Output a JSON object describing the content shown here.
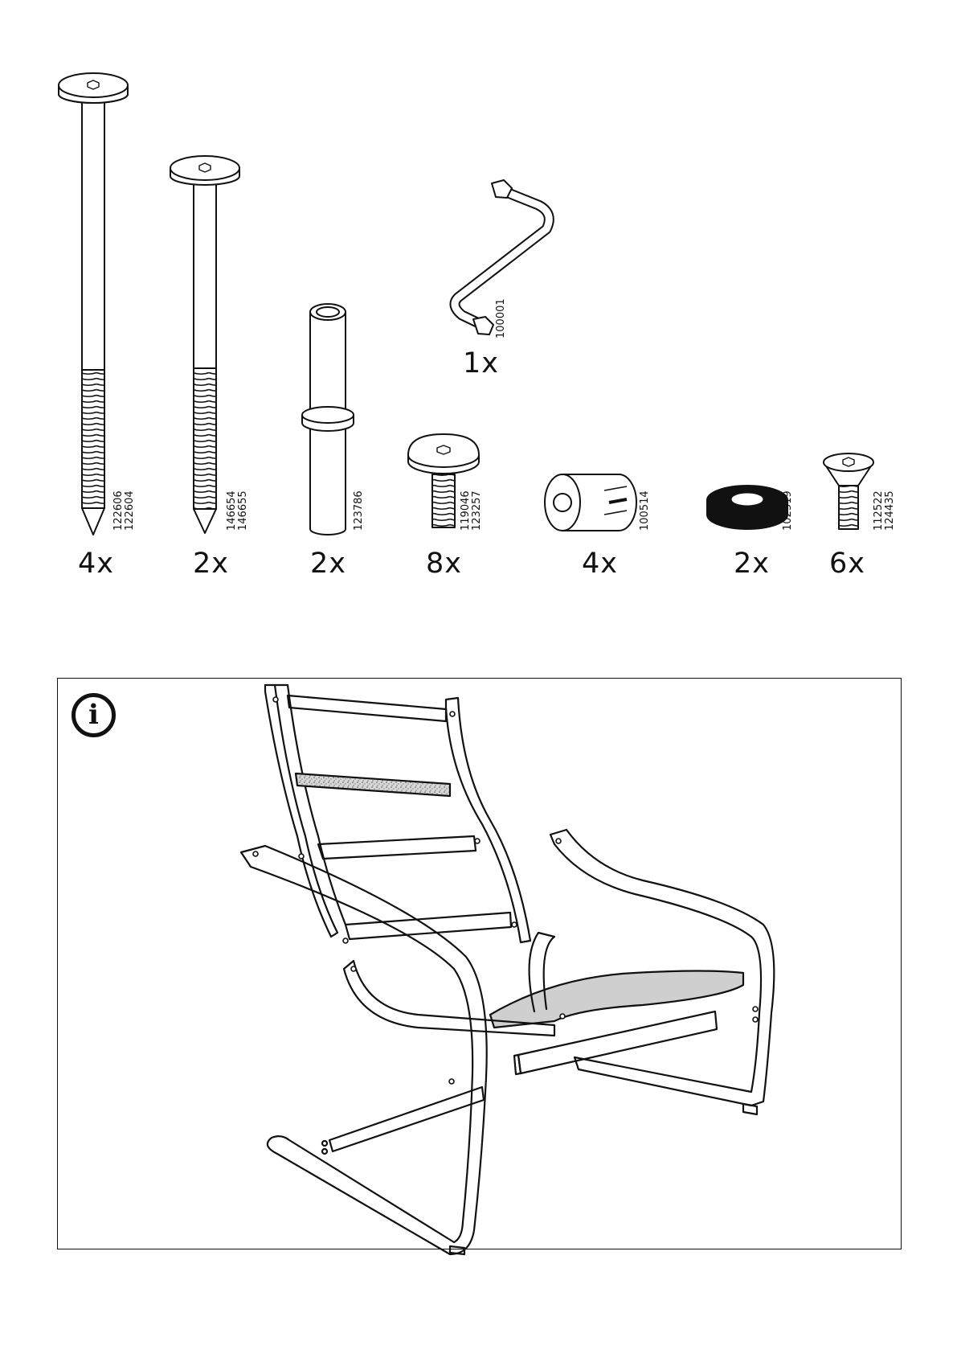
{
  "parts": [
    {
      "name": "long-bolt",
      "qty": "4x",
      "codes": [
        "122606",
        "122604"
      ]
    },
    {
      "name": "medium-bolt",
      "qty": "2x",
      "codes": [
        "146654",
        "146655"
      ]
    },
    {
      "name": "dowel-pin",
      "qty": "2x",
      "codes": [
        "123786"
      ]
    },
    {
      "name": "allen-key",
      "qty": "1x",
      "codes": [
        "100001"
      ]
    },
    {
      "name": "short-bolt",
      "qty": "8x",
      "codes": [
        "119046",
        "123257"
      ]
    },
    {
      "name": "barrel-nut",
      "qty": "4x",
      "codes": [
        "100514"
      ]
    },
    {
      "name": "rubber-washer",
      "qty": "2x",
      "codes": [
        "102319"
      ]
    },
    {
      "name": "countersunk-screw",
      "qty": "6x",
      "codes": [
        "112522",
        "124435"
      ]
    }
  ],
  "info_icon": {
    "icon": "info-icon",
    "glyph": "i"
  }
}
